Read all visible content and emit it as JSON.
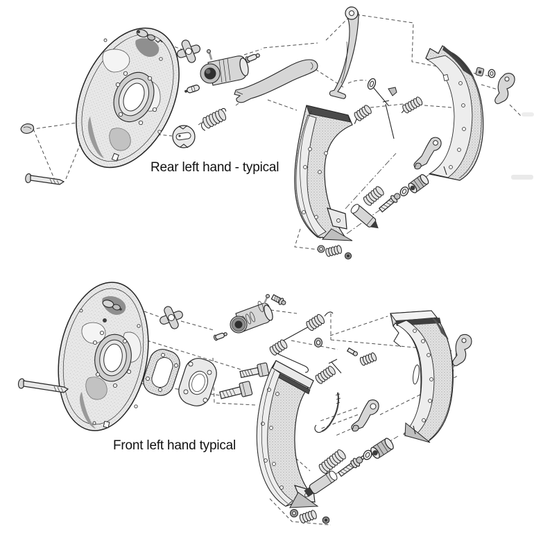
{
  "diagram": {
    "type": "exploded-parts-diagram",
    "subject": "drum brake assemblies",
    "colors": {
      "paper": "#ffffff",
      "ink": "#232323",
      "fill_light": "#e9e9e9",
      "fill_mid": "#d6d6d6",
      "fill_dark": "#bfbfbf",
      "bore_dark": "#3c3c3c",
      "dash": "#4d4d4d"
    },
    "assemblies": [
      {
        "id": "rear",
        "label": "Rear left hand - typical",
        "parts": [
          "backing-plate",
          "anchor-bolt",
          "retaining-clip",
          "adjuster-star-wheel",
          "wheel-cylinder",
          "bleed-screw",
          "link-sleeve",
          "shoe-return-spring",
          "anchor-cam-plate",
          "handbrake-strut",
          "handbrake-lever",
          "hold-down-washer",
          "hold-down-pin",
          "retaining-clip-small",
          "hold-down-spring",
          "hold-down-spring-2",
          "leading-brake-shoe",
          "trailing-brake-shoe",
          "adjuster-lever",
          "retaining-nut",
          "plain-washer",
          "anchor-bracket",
          "adjuster-spring",
          "adjuster-tappet",
          "adjuster-screw",
          "adjuster-washer",
          "adjuster-socket",
          "spring-washer",
          "coil-spring-small",
          "lock-nut"
        ]
      },
      {
        "id": "front",
        "label": "Front left hand typical",
        "parts": [
          "backing-plate",
          "anchor-bolt-long",
          "adjuster-star-wheel",
          "wheel-cylinder",
          "bleed-screw",
          "threaded-plug",
          "gasket",
          "mounting-flange",
          "mounting-bolt-upper",
          "mounting-bolt-lower",
          "shoe-return-spring",
          "tension-spring",
          "grommet",
          "link-pin",
          "small-spring",
          "cross-pin-spring",
          "hook-rod",
          "adjuster-lever",
          "leading-brake-shoe",
          "trailing-brake-shoe",
          "anchor-bracket",
          "adjuster-spring",
          "adjuster-tappet",
          "adjuster-screw",
          "adjuster-washer",
          "adjuster-socket",
          "lock-washer",
          "coil-spring-small",
          "lock-nut"
        ]
      }
    ]
  }
}
